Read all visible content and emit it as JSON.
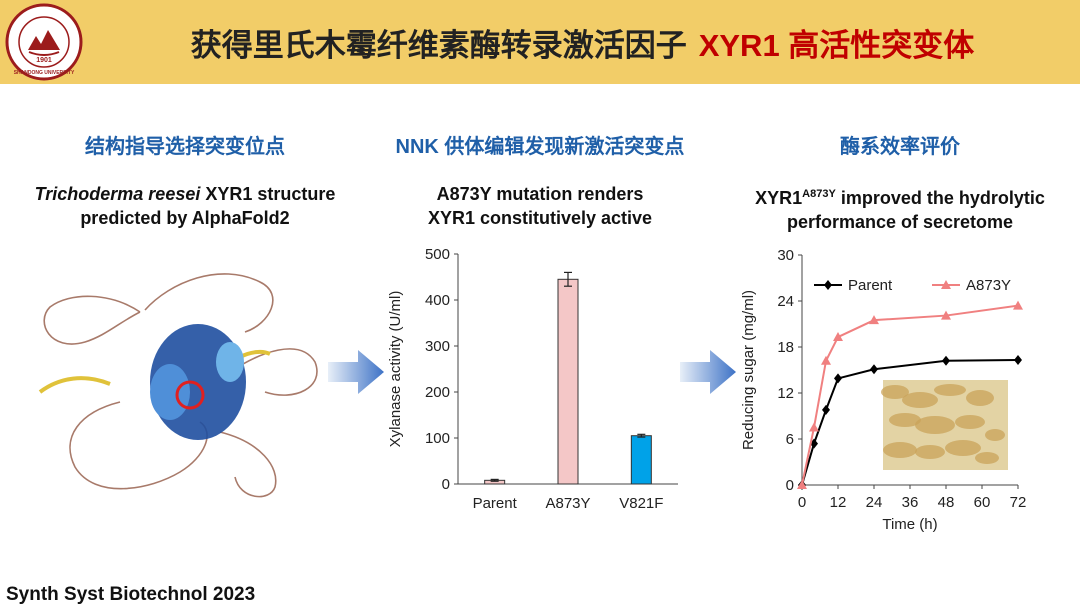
{
  "header": {
    "title": "获得里氏木霉纤维素酶转录激活因子",
    "title_highlight": "XYR1 高活性突变体",
    "logo_year": "1901",
    "logo_text": "SHANDONG UNIVERSITY"
  },
  "panels": [
    {
      "heading": "结构指导选择突变位点",
      "subtitle_line1_italic": "Trichoderma reesei",
      "subtitle_line1_rest": " XYR1 structure",
      "subtitle_line2": "predicted by AlphaFold2"
    },
    {
      "heading": "NNK 供体编辑发现新激活突变点",
      "subtitle_line1": "A873Y mutation renders",
      "subtitle_line2": "XYR1 constitutively active"
    },
    {
      "heading": "酶系效率评价",
      "subtitle_base": "XYR1",
      "subtitle_sup": "A873Y",
      "subtitle_rest": " improved the hydrolytic",
      "subtitle_line2": "performance of secretome"
    }
  ],
  "footer": {
    "citation": "Synth Syst Biotechnol 2023"
  },
  "chart_data": [
    {
      "type": "bar",
      "title": "",
      "xlabel": "",
      "ylabel": "Xylanase activity (U/ml)",
      "categories": [
        "Parent",
        "A873Y",
        "V821F"
      ],
      "values": [
        8,
        445,
        105
      ],
      "errors": [
        2,
        15,
        3
      ],
      "colors": [
        "#f4c7c7",
        "#f4c7c7",
        "#00a2e8"
      ],
      "ylim": [
        0,
        500
      ],
      "yticks": [
        0,
        100,
        200,
        300,
        400,
        500
      ]
    },
    {
      "type": "line",
      "title": "",
      "xlabel": "Time (h)",
      "ylabel": "Reducing sugar (mg/ml)",
      "x": [
        0,
        4,
        8,
        12,
        24,
        48,
        72
      ],
      "series": [
        {
          "name": "Parent",
          "values": [
            0,
            5.4,
            9.8,
            13.9,
            15.1,
            16.2,
            16.3
          ],
          "color": "#000000",
          "marker": "diamond"
        },
        {
          "name": "A873Y",
          "values": [
            0,
            7.5,
            16.2,
            19.3,
            21.5,
            22.1,
            23.4
          ],
          "color": "#f08080",
          "marker": "triangle"
        }
      ],
      "xlim": [
        0,
        72
      ],
      "ylim": [
        0,
        30
      ],
      "xticks": [
        0,
        12,
        24,
        36,
        48,
        60,
        72
      ],
      "yticks": [
        0,
        6,
        12,
        18,
        24,
        30
      ],
      "legend": "top-left"
    }
  ]
}
